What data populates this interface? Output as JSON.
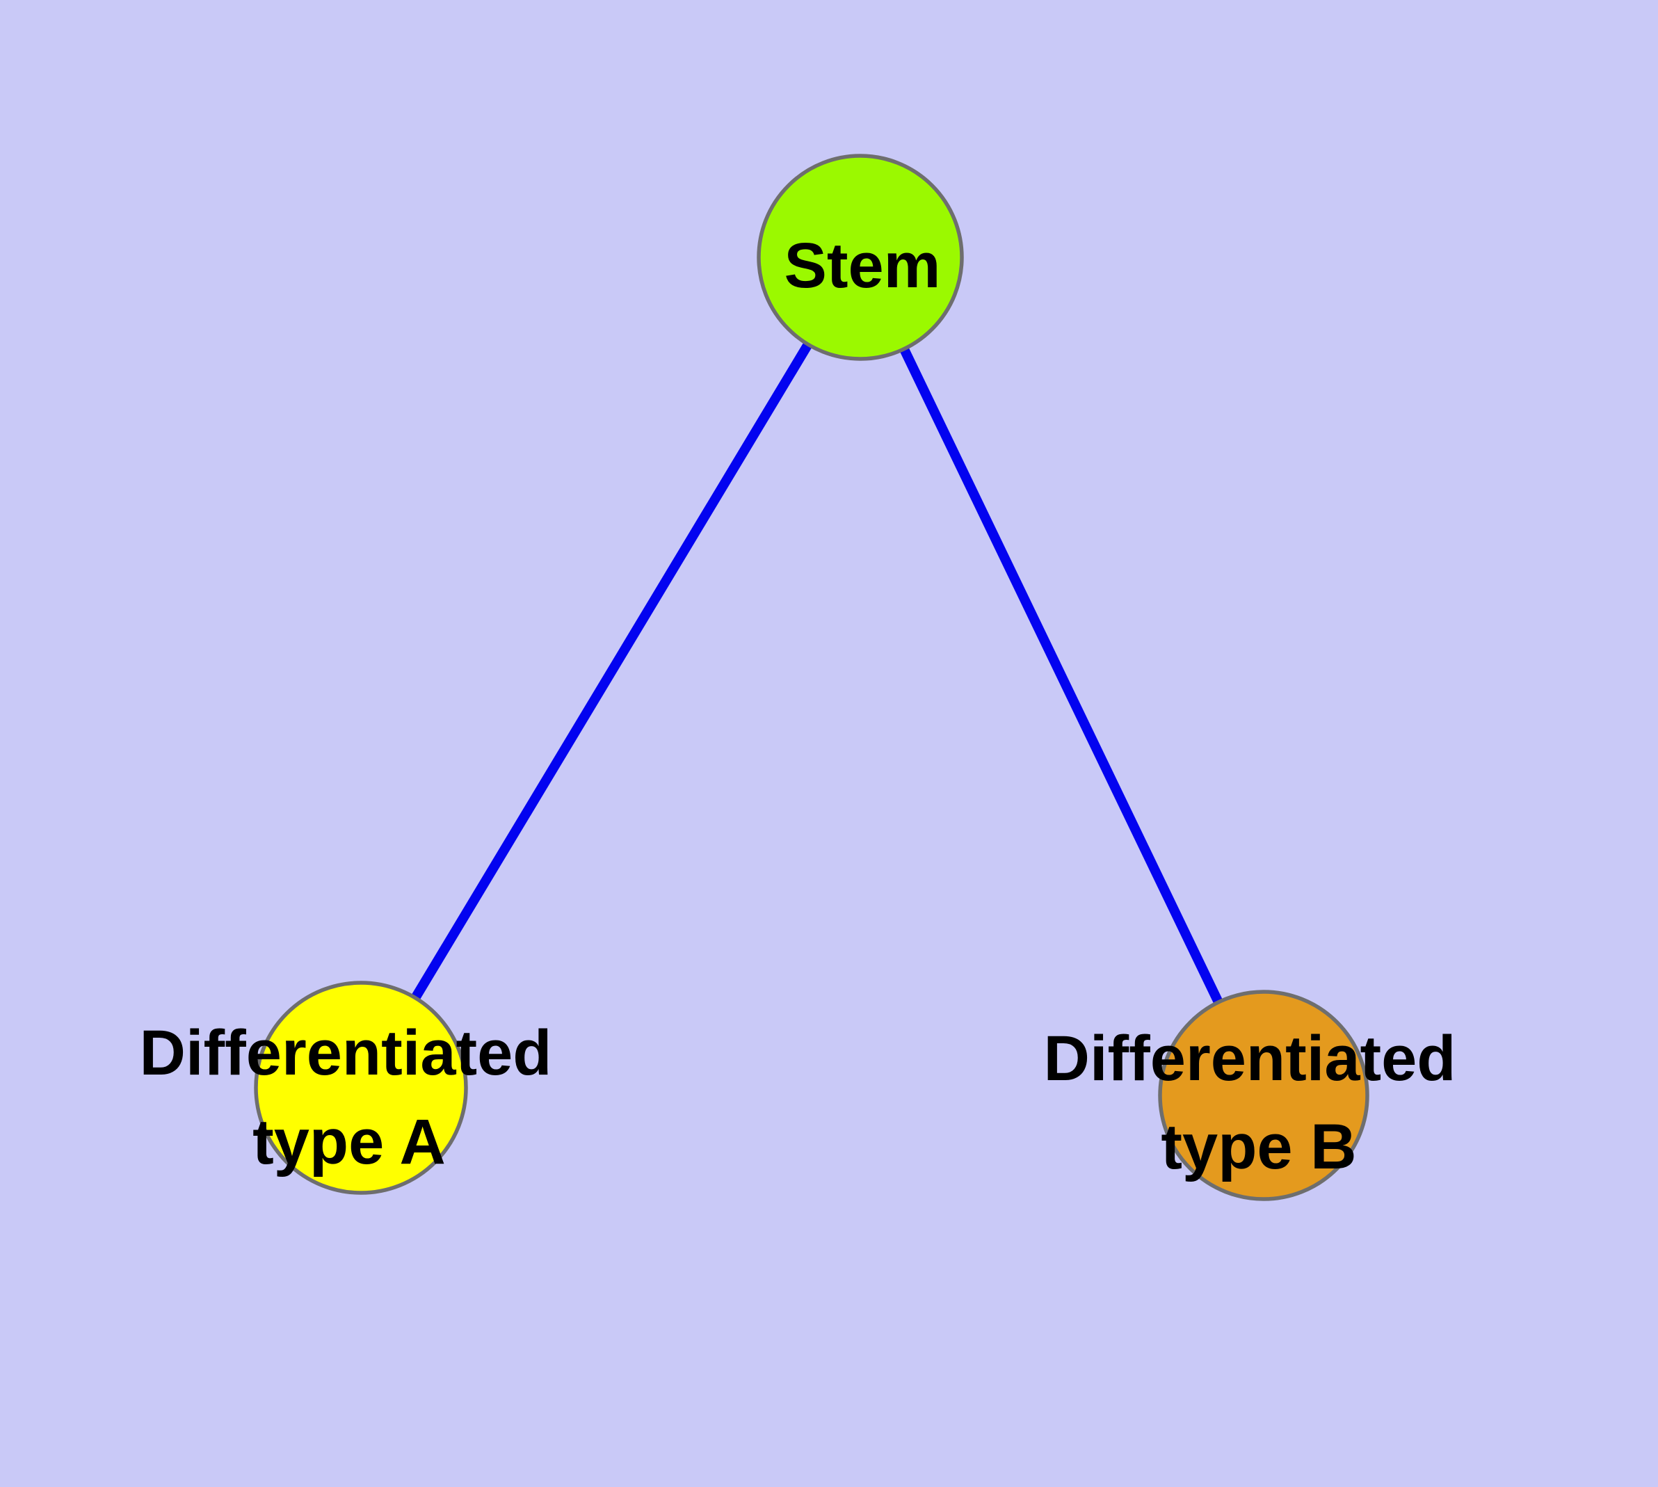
{
  "colors": {
    "background": "#C9C9F7",
    "edge": "#0303F0",
    "node_border": "#6E6E6E",
    "text": "#000000"
  },
  "nodes": {
    "stem": {
      "label": "Stem",
      "fill": "#9BF900"
    },
    "type_a": {
      "label": "Differentiated type A",
      "line1": "Differentiated",
      "line2": "type A",
      "fill": "#FFFF00"
    },
    "type_b": {
      "label": "Differentiated type B",
      "line1": "Differentiated",
      "line2": "type B",
      "fill": "#E49A1E"
    }
  },
  "edges": [
    {
      "from": "Stem",
      "to": "Differentiated type A"
    },
    {
      "from": "Stem",
      "to": "Differentiated type B"
    }
  ]
}
